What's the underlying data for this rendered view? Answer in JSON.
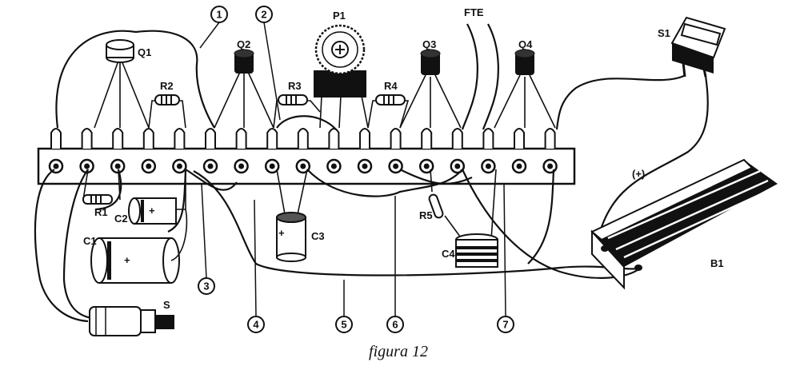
{
  "caption": "figura 12",
  "labels": {
    "q1": "Q1",
    "q2": "Q2",
    "q3": "Q3",
    "q4": "Q4",
    "p1": "P1",
    "r1": "R1",
    "r2": "R2",
    "r3": "R3",
    "r4": "R4",
    "r5": "R5",
    "c1": "C1",
    "c2": "C2",
    "c3": "C3",
    "c4": "C4",
    "s": "S",
    "s1": "S1",
    "b1": "B1",
    "fte": "FTE",
    "plus": "(+)",
    "cap_plus": "+"
  },
  "callouts": [
    "1",
    "2",
    "3",
    "4",
    "5",
    "6",
    "7"
  ]
}
